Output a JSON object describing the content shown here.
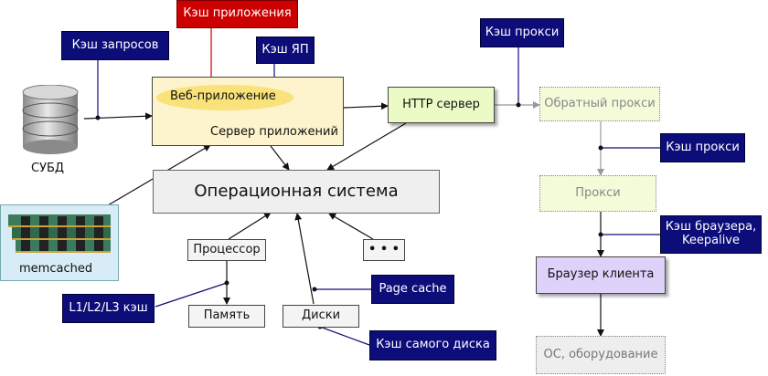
{
  "colors": {
    "tag_blue": "#0d0d7a",
    "tag_red": "#cc0000",
    "app_box": "#fdf3cc",
    "app_ellipse": "#f9e27a",
    "http_box": "#ecfbc6",
    "proxy_box": "#f4fbd9",
    "client_box": "#ded2fb",
    "os_box": "#eeeeee"
  },
  "nodes": {
    "dbms_label": "СУБД",
    "web_app": "Веб-приложение",
    "app_server": "Сервер приложений",
    "http_server": "HTTP сервер",
    "reverse_proxy": "Обратный прокси",
    "proxy": "Прокси",
    "client_browser": "Браузер клиента",
    "client_os": "ОС, оборудование",
    "operating_system": "Операционная система",
    "cpu": "Процессор",
    "memory": "Память",
    "disks": "Диски",
    "more": "• • •",
    "memcached": "memcached"
  },
  "tags": {
    "query_cache": "Кэш запросов",
    "app_cache": "Кэш приложения",
    "lang_cache": "Кэш ЯП",
    "proxy_cache_top": "Кэш прокси",
    "proxy_cache_mid": "Кэш прокси",
    "browser_cache": "Кэш браузера,\nKeepalive",
    "cpu_cache": "L1/L2/L3 кэш",
    "page_cache": "Page cache",
    "disk_cache": "Кэш самого диска"
  },
  "icons": {
    "database": "database-cylinder-icon",
    "memory_modules": "memory-modules-icon"
  }
}
